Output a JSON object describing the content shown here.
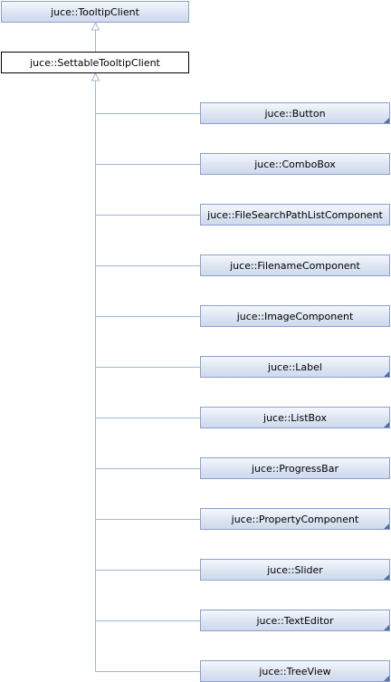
{
  "base": {
    "label": "juce::TooltipClient"
  },
  "current": {
    "label": "juce::SettableTooltipClient"
  },
  "children": [
    {
      "label": "juce::Button",
      "has_more": true
    },
    {
      "label": "juce::ComboBox",
      "has_more": false
    },
    {
      "label": "juce::FileSearchPathListComponent",
      "has_more": false
    },
    {
      "label": "juce::FilenameComponent",
      "has_more": false
    },
    {
      "label": "juce::ImageComponent",
      "has_more": false
    },
    {
      "label": "juce::Label",
      "has_more": true
    },
    {
      "label": "juce::ListBox",
      "has_more": true
    },
    {
      "label": "juce::ProgressBar",
      "has_more": false
    },
    {
      "label": "juce::PropertyComponent",
      "has_more": true
    },
    {
      "label": "juce::Slider",
      "has_more": true
    },
    {
      "label": "juce::TextEditor",
      "has_more": true
    },
    {
      "label": "juce::TreeView",
      "has_more": true
    }
  ],
  "colors": {
    "edge": "#9db9d8",
    "node_border": "#8aa0cc",
    "corner_marker": "#4f6fa8"
  }
}
